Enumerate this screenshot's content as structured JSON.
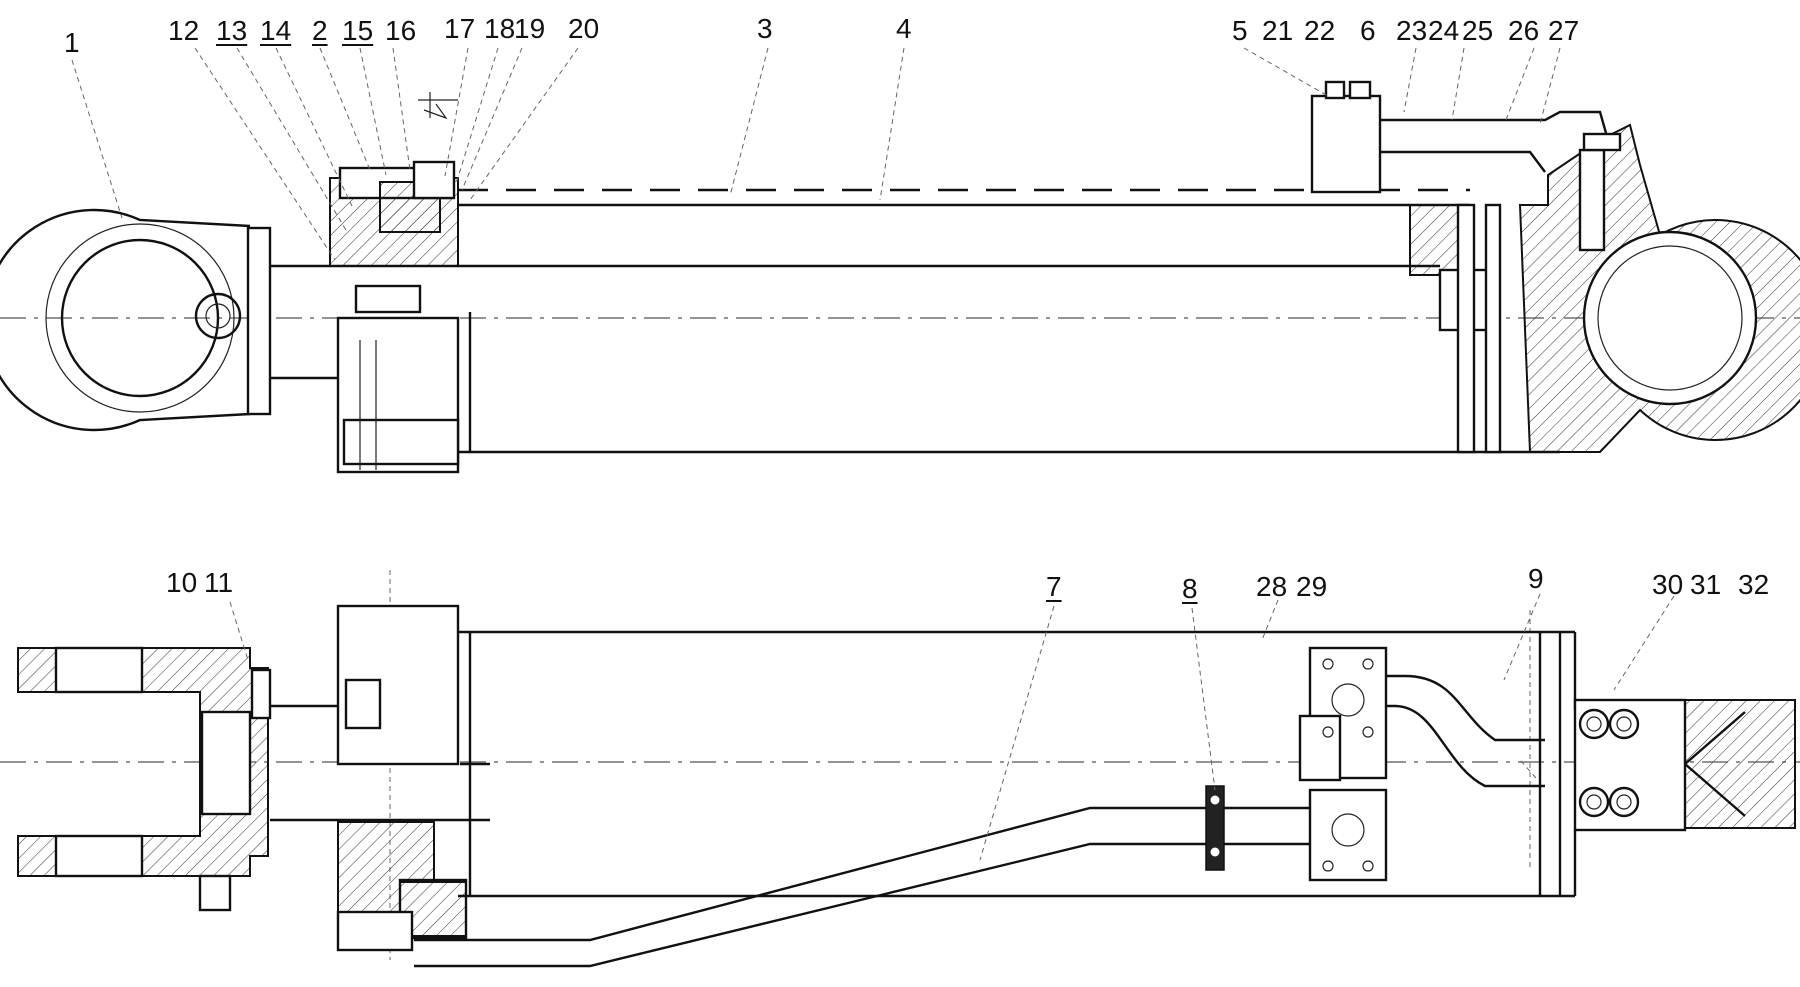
{
  "labels_top": [
    "1",
    "12",
    "13",
    "14",
    "2",
    "15",
    "16",
    "17",
    "18",
    "19",
    "20",
    "3",
    "4",
    "5",
    "21",
    "22",
    "6",
    "23",
    "24",
    "25",
    "26",
    "27"
  ],
  "labels_bottom": [
    "10",
    "11",
    "7",
    "8",
    "28",
    "29",
    "9",
    "30",
    "31",
    "32"
  ],
  "underlined": [
    "13",
    "14",
    "2",
    "15",
    "7",
    "8"
  ],
  "colors": {
    "line": "#111111",
    "background": "#ffffff",
    "centerline": "#555555"
  }
}
